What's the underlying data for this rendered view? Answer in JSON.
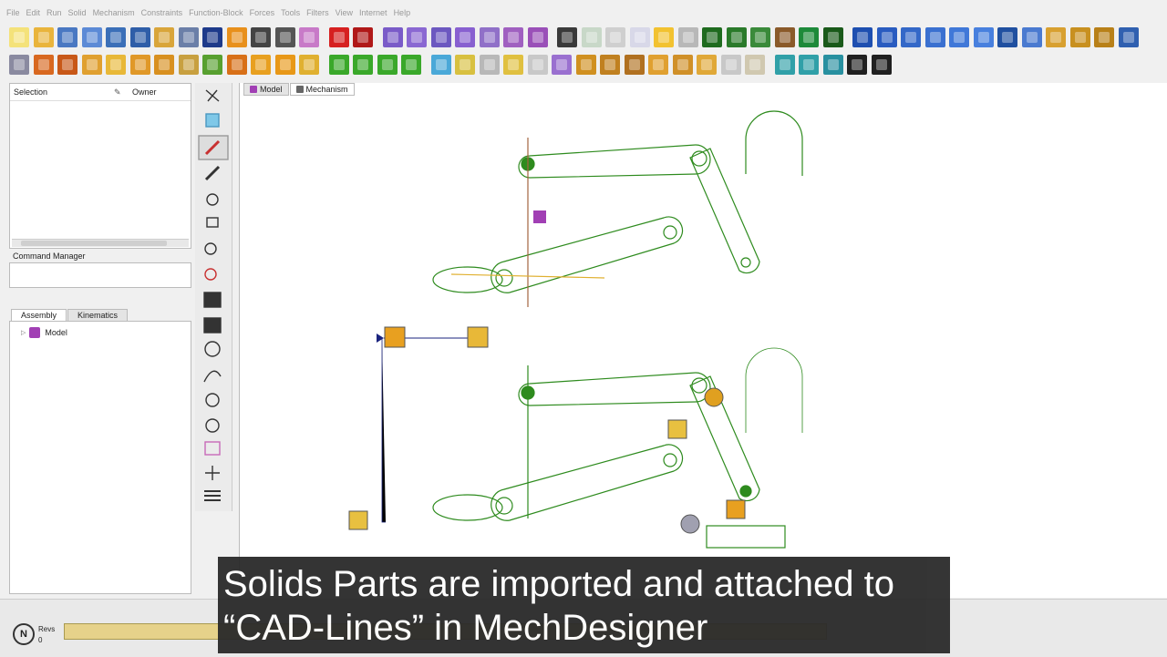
{
  "menu": [
    "File",
    "Edit",
    "Run",
    "Solid",
    "Mechanism",
    "Constraints",
    "Function-Block",
    "Forces",
    "Tools",
    "Filters",
    "View",
    "Internet",
    "Help"
  ],
  "panel": {
    "selection_label": "Selection",
    "owner_label": "Owner",
    "command_manager_label": "Command Manager",
    "tabs": [
      "Assembly",
      "Kinematics"
    ],
    "tree_item": "Model"
  },
  "canvas_tabs": [
    "Model",
    "Mechanism"
  ],
  "revs": {
    "label": "Revs",
    "value": "0"
  },
  "logo_letter": "N",
  "caption": "Solids Parts are imported and attached to “CAD-Lines” in MechDesigner",
  "colors": {
    "link": "#2e8b1e",
    "accent": "#a13fb4",
    "axis": "#e05050",
    "motion_arrow": "#1a237e"
  }
}
